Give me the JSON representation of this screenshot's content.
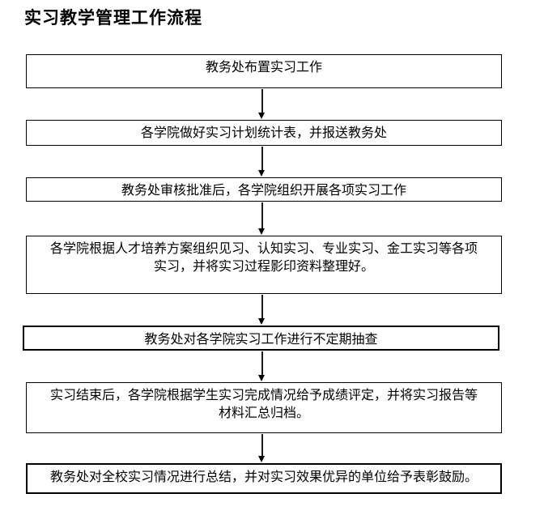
{
  "page": {
    "title": "实习教学管理工作流程"
  },
  "colors": {
    "background": "#ffffff",
    "border": "#000000",
    "text": "#000000"
  },
  "flow": {
    "steps": [
      {
        "lines": [
          "教务处布置实习工作"
        ]
      },
      {
        "lines": [
          "各学院做好实习计划统计表，并报送教务处"
        ]
      },
      {
        "lines": [
          "教务处审核批准后，各学院组织开展各项实习工作"
        ]
      },
      {
        "lines": [
          "各学院根据人才培养方案组织见习、认知实习、专业实习、金工实习等各项",
          "实习，并将实习过程影印资料整理好。"
        ]
      },
      {
        "lines": [
          "教务处对各学院实习工作进行不定期抽查"
        ]
      },
      {
        "lines": [
          "实习结束后，各学院根据学生实习完成情况给予成绩评定，并将实习报告等",
          "材料汇总归档。"
        ]
      },
      {
        "lines": [
          "教务处对全校实习情况进行总结，并对实习效果优异的单位给予表彰鼓励。"
        ]
      }
    ]
  }
}
